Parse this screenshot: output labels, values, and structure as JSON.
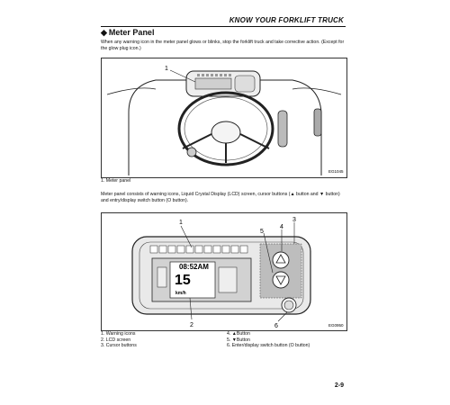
{
  "header": {
    "section": "KNOW YOUR FORKLIFT TRUCK"
  },
  "title": "Meter Panel",
  "intro": "When any warning icon in the meter panel glows or blinks, stop the forklift truck and take corrective action. (Except for the glow plug icon.)",
  "figure1": {
    "callout": "1",
    "code": "EG1045",
    "caption": "1.   Meter panel"
  },
  "para2": "Meter panel consists of warning icons, Liquid Crystal Display (LCD) screen, cursor buttons (▲ button and ▼ button) and entry/display switch button (O button).",
  "figure2": {
    "callouts": [
      "1",
      "2",
      "3",
      "4",
      "5",
      "6"
    ],
    "code": "EG0950",
    "lcd": {
      "big_digits": "15",
      "unit": "km/h",
      "clock": "08:52AM"
    }
  },
  "legend": {
    "left": [
      "1.   Warning icons",
      "2.   LCD screen",
      "3.   Cursor buttons"
    ],
    "right": [
      "4.   ▲Button",
      "5.   ▼Button",
      "6.   Enter/display switch button (O button)"
    ]
  },
  "page_number": "2-9"
}
